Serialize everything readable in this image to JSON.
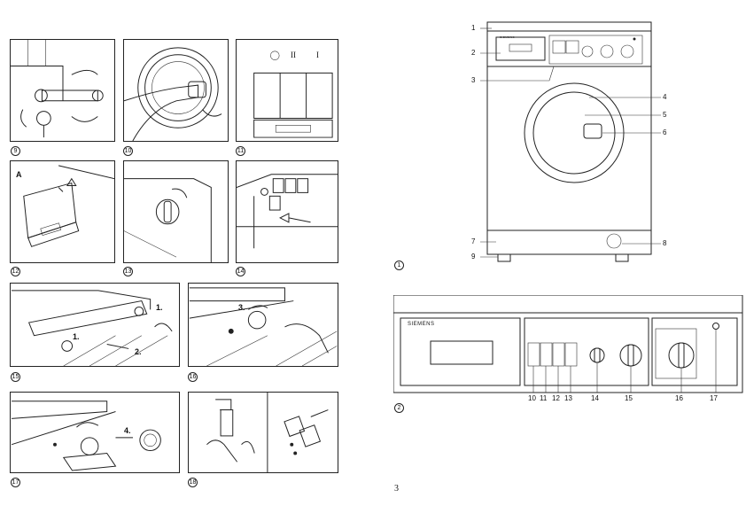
{
  "page_number": "3",
  "figures": [
    {
      "id": "fig9",
      "caption": "9"
    },
    {
      "id": "fig10",
      "caption": "10"
    },
    {
      "id": "fig11",
      "caption": "11",
      "labels": [
        "II",
        "I"
      ]
    },
    {
      "id": "fig12",
      "caption": "12",
      "labels": [
        "A"
      ]
    },
    {
      "id": "fig13",
      "caption": "13"
    },
    {
      "id": "fig14",
      "caption": "14"
    },
    {
      "id": "fig15",
      "caption": "15",
      "labels": [
        "1.",
        "1.",
        "2."
      ]
    },
    {
      "id": "fig16",
      "caption": "16",
      "labels": [
        "3."
      ]
    },
    {
      "id": "fig17",
      "caption": "17",
      "labels": [
        "4."
      ]
    },
    {
      "id": "fig18",
      "caption": "18"
    }
  ],
  "figure1": {
    "caption": "1",
    "callouts": [
      "1",
      "2",
      "3",
      "4",
      "5",
      "6",
      "7",
      "8",
      "9"
    ]
  },
  "figure2": {
    "caption": "2",
    "brand": "SIEMENS",
    "callouts": [
      "10",
      "11",
      "12",
      "13",
      "14",
      "15",
      "16",
      "17"
    ]
  }
}
